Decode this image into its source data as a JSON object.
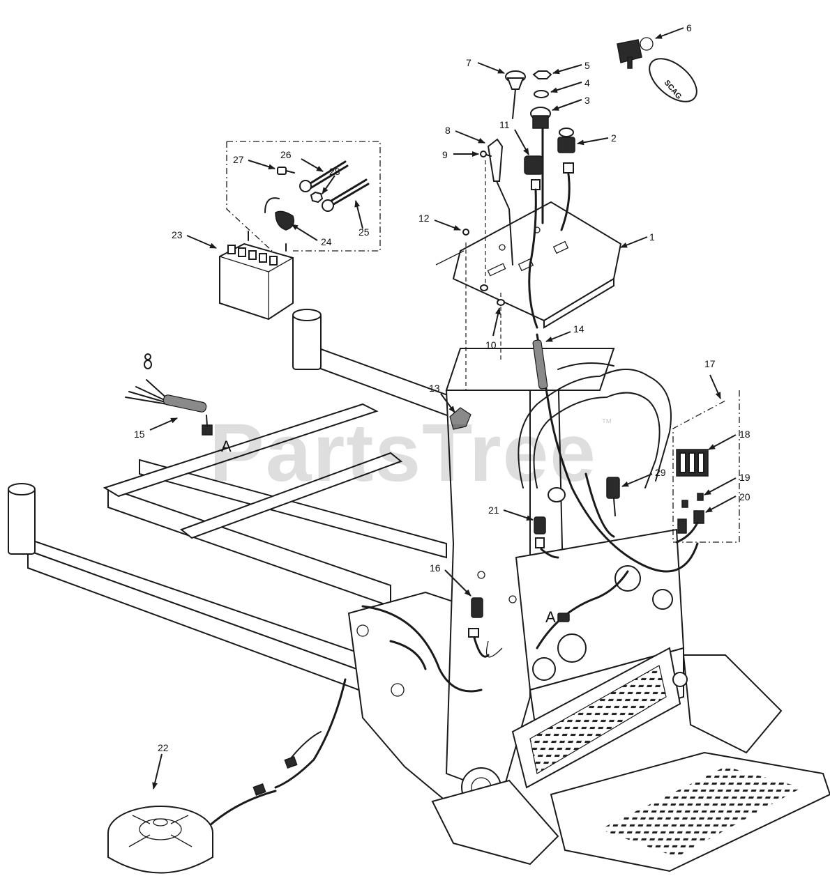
{
  "diagram": {
    "watermark": "PartsTree",
    "watermark_mark": "™",
    "keychain_brand": "SCAG",
    "cross_reference_letters": [
      "A",
      "A"
    ],
    "callouts": [
      {
        "id": "1",
        "label": "1"
      },
      {
        "id": "2",
        "label": "2"
      },
      {
        "id": "3",
        "label": "3"
      },
      {
        "id": "4",
        "label": "4"
      },
      {
        "id": "5",
        "label": "5"
      },
      {
        "id": "6",
        "label": "6"
      },
      {
        "id": "7",
        "label": "7"
      },
      {
        "id": "8",
        "label": "8"
      },
      {
        "id": "9",
        "label": "9"
      },
      {
        "id": "10",
        "label": "10"
      },
      {
        "id": "11",
        "label": "11"
      },
      {
        "id": "12",
        "label": "12"
      },
      {
        "id": "13",
        "label": "13"
      },
      {
        "id": "14",
        "label": "14"
      },
      {
        "id": "15",
        "label": "15"
      },
      {
        "id": "16",
        "label": "16"
      },
      {
        "id": "17",
        "label": "17"
      },
      {
        "id": "18",
        "label": "18"
      },
      {
        "id": "19",
        "label": "19"
      },
      {
        "id": "20",
        "label": "20"
      },
      {
        "id": "21",
        "label": "21"
      },
      {
        "id": "22",
        "label": "22"
      },
      {
        "id": "23",
        "label": "23"
      },
      {
        "id": "24",
        "label": "24"
      },
      {
        "id": "25",
        "label": "25"
      },
      {
        "id": "26",
        "label": "26"
      },
      {
        "id": "27",
        "label": "27"
      },
      {
        "id": "28",
        "label": "28"
      },
      {
        "id": "29",
        "label": "29"
      }
    ]
  }
}
